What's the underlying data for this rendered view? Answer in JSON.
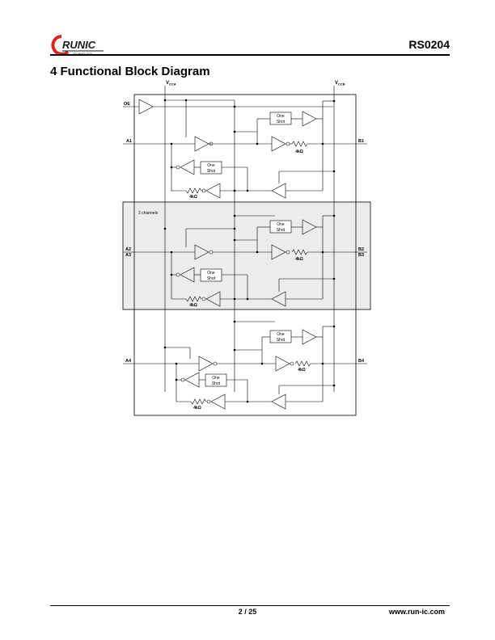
{
  "header": {
    "logo_text": "RUNIC",
    "logo_subtext": "TECHNOLOGY",
    "part_number": "RS0204"
  },
  "section": {
    "title": "4 Functional Block Diagram"
  },
  "diagram": {
    "vcca_main": "V",
    "vcca_sub": "CCA",
    "vccb_main": "V",
    "vccb_sub": "CCB",
    "pin_oe": "OE",
    "pin_a1": "A1",
    "pin_a2": "A2",
    "pin_a3": "A3",
    "pin_a4": "A4",
    "pin_b1": "B1",
    "pin_b2": "B2",
    "pin_b3": "B3",
    "pin_b4": "B4",
    "channels_note": "2 channels",
    "one_shot_line1": "One",
    "one_shot_line2": "Shot",
    "resistor_label": "4kΩ",
    "colors": {
      "shaded_region": "#ececec",
      "line": "#000000",
      "logo_red": "#d9261c"
    }
  },
  "footer": {
    "page": "2 / 25",
    "website": "www.run-ic.com"
  }
}
